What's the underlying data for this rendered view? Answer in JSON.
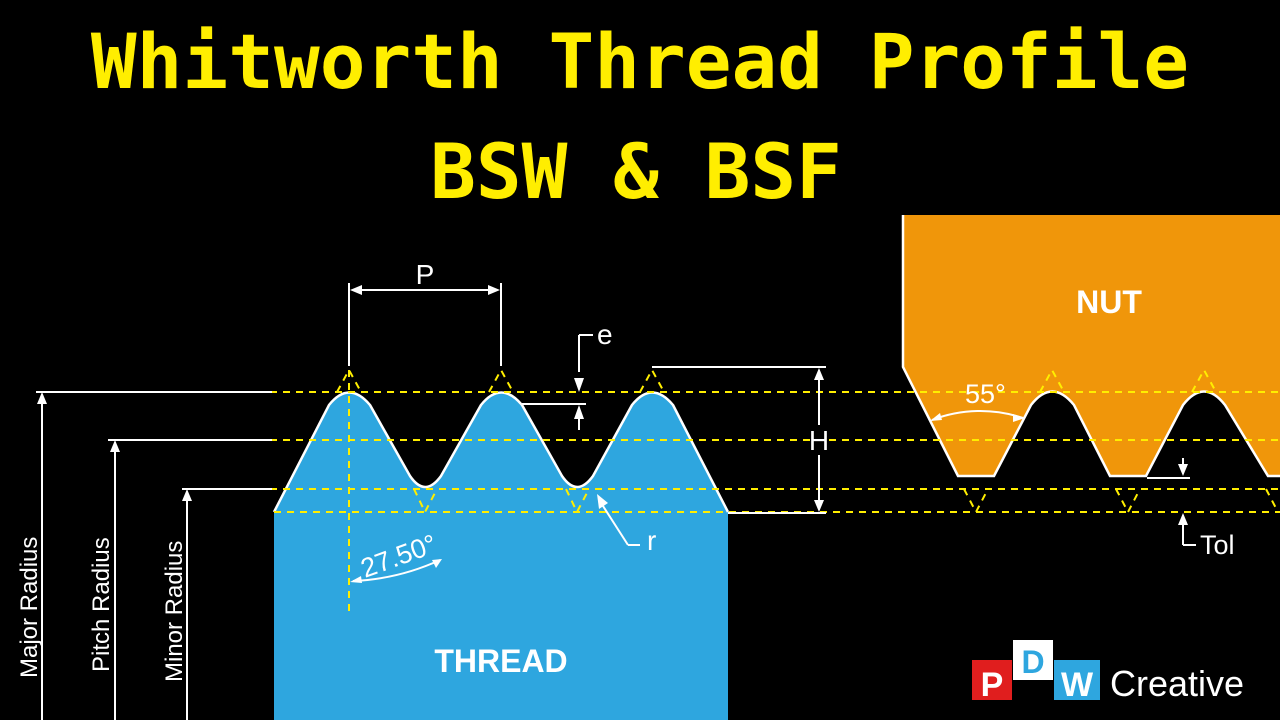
{
  "title": {
    "line1": "Whitworth Thread Profile",
    "line2": "BSW & BSF"
  },
  "labels": {
    "pitch": "P",
    "truncation": "e",
    "height": "H",
    "root_radius": "r",
    "half_angle": "27.50°",
    "thread_angle": "55°",
    "tolerance": "Tol",
    "major_radius": "Major Radius",
    "pitch_radius": "Pitch Radius",
    "minor_radius": "Minor Radius",
    "thread": "THREAD",
    "nut": "NUT"
  },
  "logo": {
    "letter_p": "P",
    "letter_d": "D",
    "letter_w": "W",
    "word": "Creative"
  },
  "colors": {
    "background": "#000000",
    "title": "#ffee00",
    "thread_fill": "#2ea6df",
    "nut_fill": "#f0960a",
    "construction_lines": "#ffee00",
    "dimension_lines": "#ffffff",
    "logo_p": "#e01e1e",
    "logo_d": "#ffffff",
    "logo_w": "#2ea6df"
  }
}
